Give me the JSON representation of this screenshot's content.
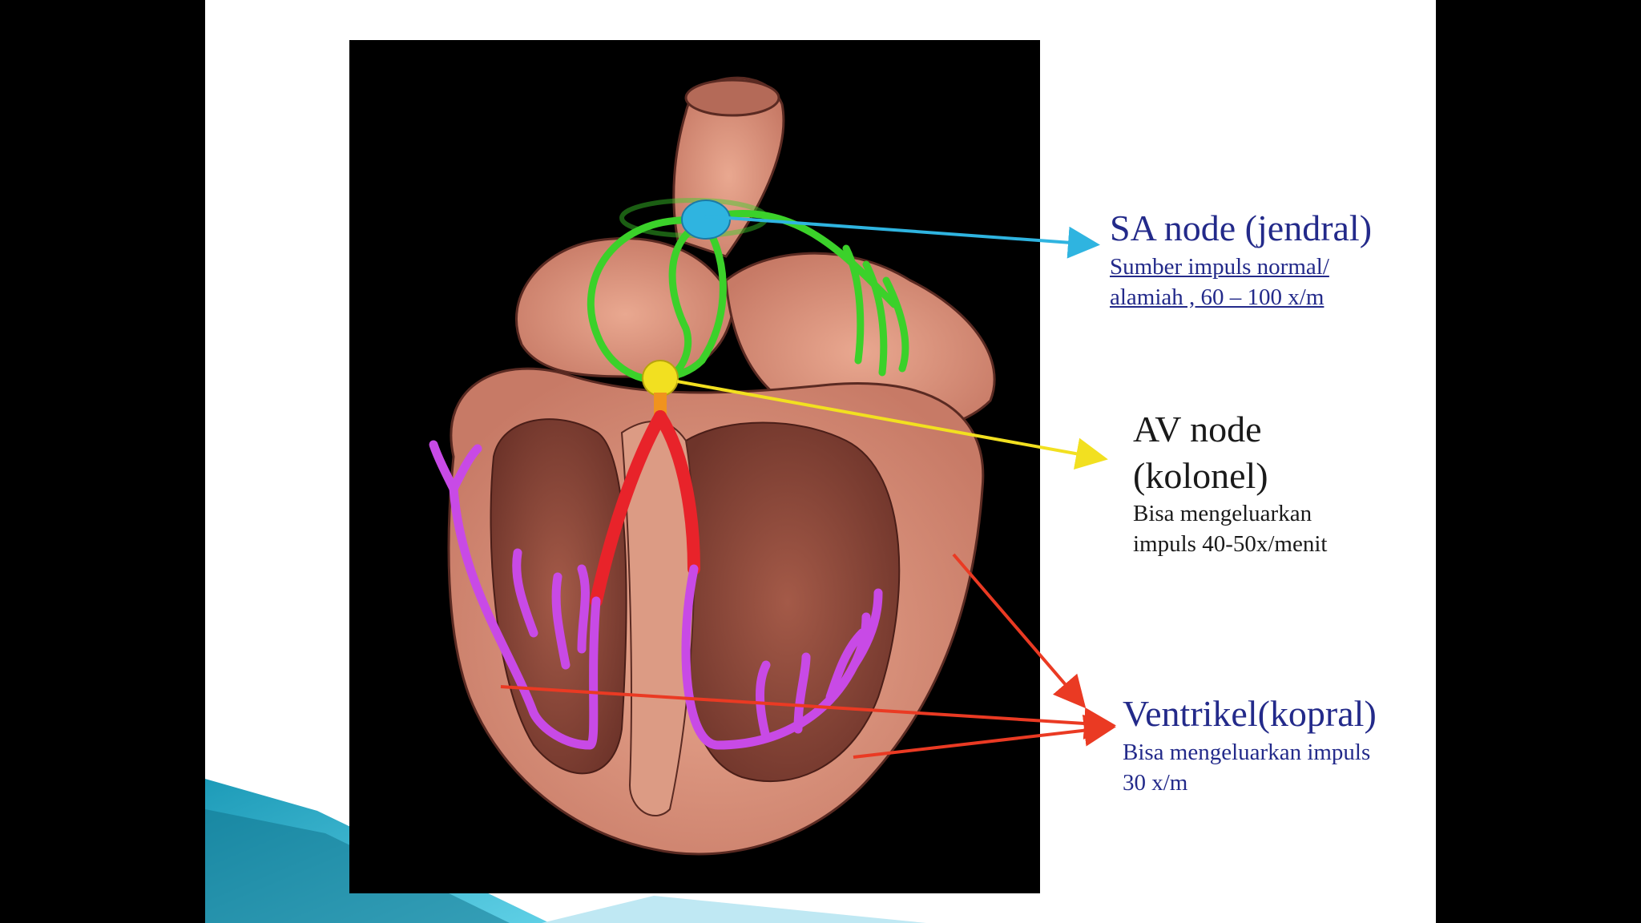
{
  "labels": {
    "sa_node": {
      "title": "SA node (jendral)",
      "desc_line1": "Sumber impuls normal/",
      "desc_line2": "alamiah , 60 – 100 x/m"
    },
    "av_node": {
      "title_line1": "AV node",
      "title_line2": "(kolonel)",
      "desc_line1": "Bisa mengeluarkan",
      "desc_line2": "impuls 40-50x/menit"
    },
    "ventrikel": {
      "title": "Ventrikel(kopral)",
      "desc_line1": "Bisa mengeluarkan impuls",
      "desc_line2": "30 x/m"
    }
  },
  "colors": {
    "sa_node": "#2fb4e0",
    "av_node": "#f2e020",
    "bundle_of_his": "#e8232a",
    "purkinje": "#c84ae6",
    "internodal_pathway": "#3bd12a",
    "ventricle_arrows": "#ea3a23",
    "label_blue": "#232a8a"
  }
}
